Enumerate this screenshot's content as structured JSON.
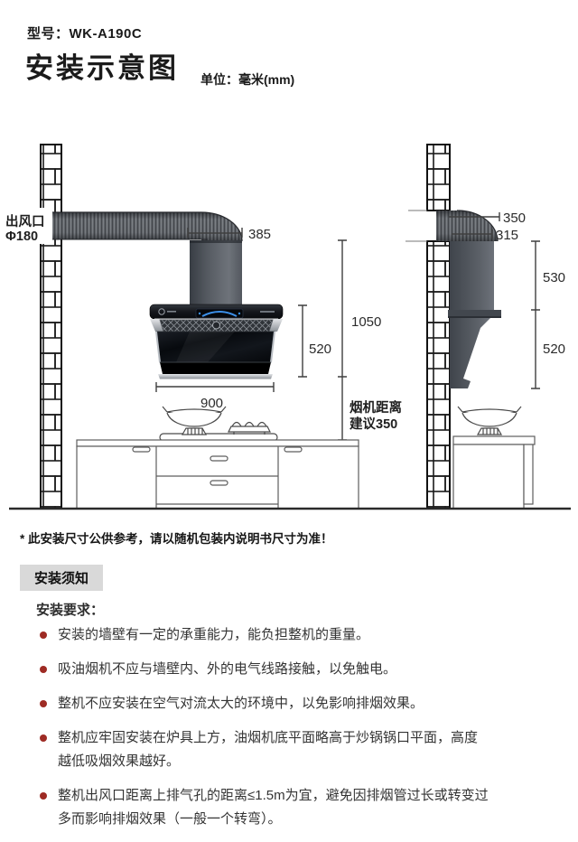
{
  "header": {
    "model_line": "型号：WK-A190C",
    "title": "安装示意图",
    "unit": "单位：毫米(mm)"
  },
  "diagram": {
    "front_view": {
      "outlet_line1": "出风口",
      "outlet_line2": "Φ180",
      "dim_duct_width": "385",
      "dim_hood_height": "520",
      "dim_install_height": "1050",
      "dim_hood_width": "900",
      "distance_line1": "烟机距离",
      "distance_line2": "建议350"
    },
    "side_view": {
      "dim_duct_depth_top": "350",
      "dim_duct_depth_bottom": "315",
      "dim_chimney_height": "530",
      "dim_hood_height": "520"
    }
  },
  "footnote": "* 此安装尺寸公供参考，请以随机包装内说明书尺寸为准！",
  "notice": {
    "section_title": "安装须知",
    "requirements_label": "安装要求：",
    "bullets": [
      "安装的墙壁有一定的承重能力，能负担整机的重量。",
      "吸油烟机不应与墙壁内、外的电气线路接触，以免触电。",
      "整机不应安装在空气对流太大的环境中，以免影响排烟效果。",
      "整机应牢固安装在炉具上方，油烟机底平面略高于炒锅锅口平面，高度越低吸烟效果越好。",
      "整机出风口距离上排气孔的距离≤1.5m为宜，避免因排烟管过长或转变过多而影响排烟效果（一般一个转弯）。"
    ]
  },
  "colors": {
    "bullet_dot": "#9E2B24",
    "notice_bg": "#D9D9D9",
    "duct_gray": "#63676C",
    "hood_black": "#0A0C10"
  }
}
